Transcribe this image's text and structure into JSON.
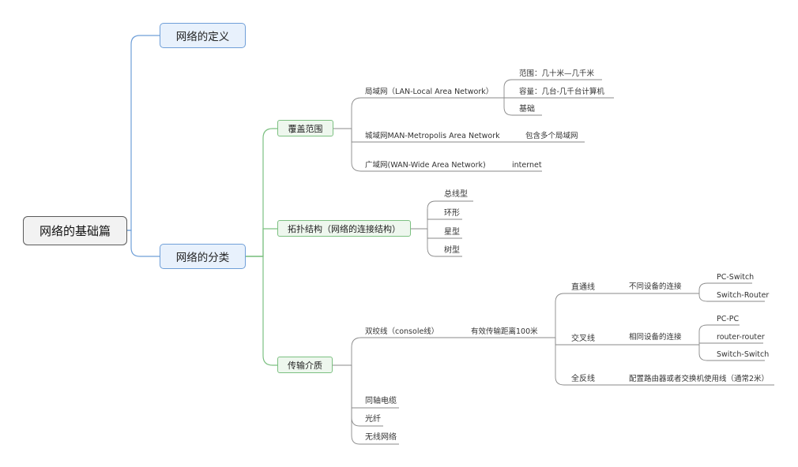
{
  "root": {
    "label": "网络的基础篇"
  },
  "main": {
    "definition": "网络的定义",
    "classification": "网络的分类"
  },
  "coverage": {
    "label": "覆盖范围",
    "lan": {
      "label": "局域网（LAN-Local Area Network）",
      "range": "范围：几十米—几千米",
      "capacity": "容量：几台-几千台计算机",
      "basic": "基础"
    },
    "man": {
      "label": "城域网MAN-Metropolis Area Network",
      "note": "包含多个局域网"
    },
    "wan": {
      "label": "广域网(WAN-Wide Area Network)",
      "note": "internet"
    }
  },
  "topology": {
    "label": "拓扑结构（网络的连接结构）",
    "items": [
      "总线型",
      "环形",
      "星型",
      "树型"
    ]
  },
  "medium": {
    "label": "传输介质",
    "twisted": {
      "label": "双绞线（console线）",
      "distance": "有效传输距离100米",
      "straight": {
        "label": "直通线",
        "desc": "不同设备的连接",
        "items": [
          "PC-Switch",
          "Switch-Router"
        ]
      },
      "cross": {
        "label": "交叉线",
        "desc": "相同设备的连接",
        "items": [
          "PC-PC",
          "router-router",
          "Switch-Switch"
        ]
      },
      "rollover": {
        "label": "全反线",
        "desc": "配置路由器或者交换机使用线（通常2米）"
      }
    },
    "others": [
      "同轴电缆",
      "光纤",
      "无线网络"
    ]
  },
  "colors": {
    "blue_line": "#6f9fd8",
    "green_line": "#7cc081",
    "gray_line": "#8a8a8a"
  }
}
